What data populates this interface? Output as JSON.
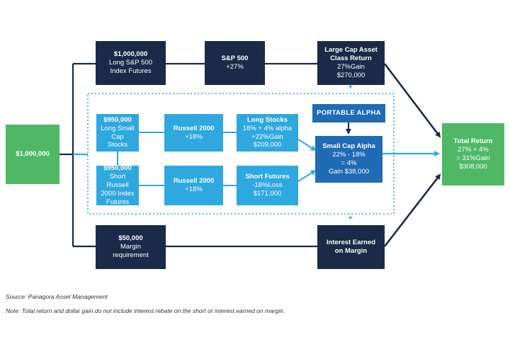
{
  "diagram": {
    "start": {
      "amount": "$1,000,000"
    },
    "sp_futures": {
      "line1": "$1,000,000",
      "line2": "Long S&P 500",
      "line3": "Index Futures"
    },
    "sp500": {
      "line1": "S&P 500",
      "line2": "+27%"
    },
    "large_cap": {
      "line1": "Large Cap Asset",
      "line2": "Class Return",
      "line3": "27%Gain",
      "line4": "$270,000"
    },
    "long_small_cap": {
      "line1": "$950,000",
      "line2": "Long Small Cap",
      "line3": "Stocks"
    },
    "russell_top": {
      "line1": "Russell 2000",
      "line2": "+18%"
    },
    "long_stocks": {
      "line1": "Long Stocks",
      "line2": "18% + 4% alpha",
      "line3": "+22%Gain",
      "line4": "$209,000"
    },
    "portable_alpha": {
      "label": "PORTABLE ALPHA"
    },
    "small_cap_alpha": {
      "line1": "Small Cap Alpha",
      "line2": "22% - 18%",
      "line3": "= 4%",
      "line4": "Gain $38,000"
    },
    "short_russell": {
      "line1": "$950,000",
      "line2": "Short Russell",
      "line3": "2000 Index",
      "line4": "Futures"
    },
    "russell_bottom": {
      "line1": "Russell 2000",
      "line2": "+18%"
    },
    "short_futures": {
      "line1": "Short Futures",
      "line2": "-18%Loss",
      "line3": "$171,000"
    },
    "margin": {
      "line1": "$50,000",
      "line2": "Margin",
      "line3": "requirement"
    },
    "interest": {
      "line1": "Interest Earned",
      "line2": "on Margin"
    },
    "total": {
      "line1": "Total Return",
      "line2": "27% + 4%",
      "line3": "= 31%Gain",
      "line4": "$308,000"
    },
    "plus_sign": "+"
  },
  "footer": {
    "source": "Source: Panagora Asset Management",
    "note": "Note: Total return and dollar gain do not include interest rebate on the short or interest earned on margin."
  },
  "colors": {
    "navy": "#1a2a48",
    "green": "#4fb866",
    "cyan": "#2ea8df",
    "blue": "#1f6bb5",
    "accent": "#1e9bd7"
  }
}
